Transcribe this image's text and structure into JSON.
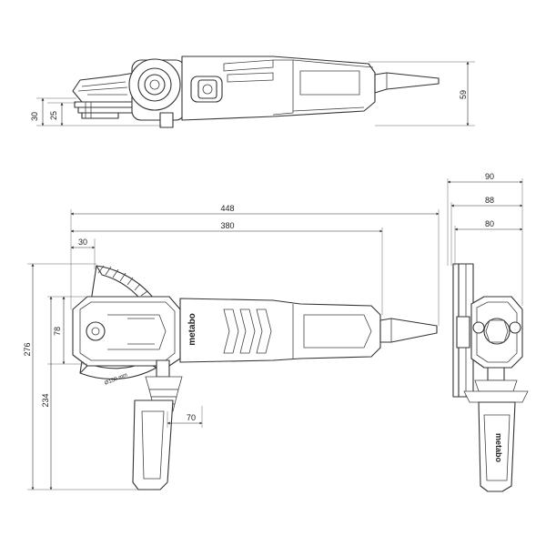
{
  "dimensions": {
    "side_height_30": "30",
    "side_height_25": "25",
    "side_height_59": "59",
    "length_448": "448",
    "length_380": "380",
    "offset_30": "30",
    "height_78": "78",
    "height_276": "276",
    "height_234": "234",
    "handle_70": "70",
    "width_90": "90",
    "width_88": "88",
    "width_80": "80"
  },
  "labels": {
    "brand_main": "metabo",
    "brand_handle": "metabo",
    "disc_marking": "Ø150 mm"
  },
  "colors": {
    "line": "#333333",
    "background": "#ffffff"
  }
}
